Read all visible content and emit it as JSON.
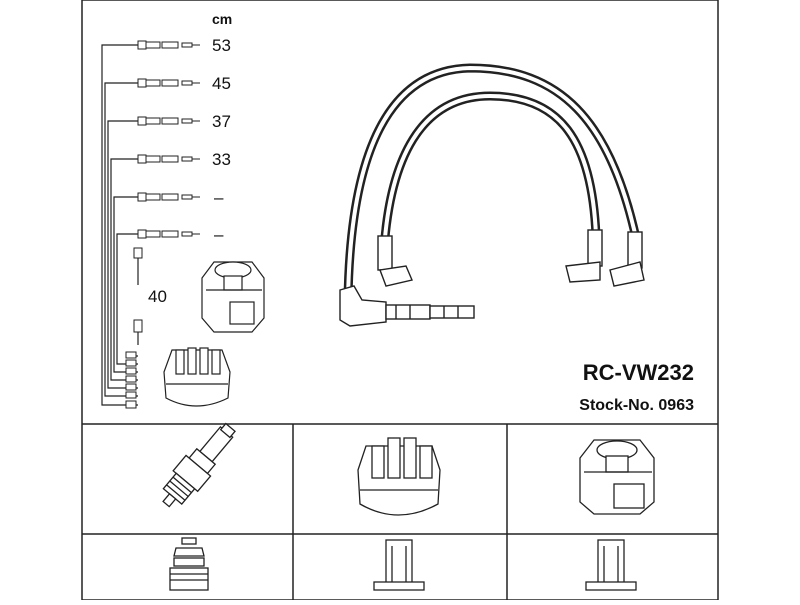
{
  "labels": {
    "unit": "cm",
    "lengths": [
      "53",
      "45",
      "37",
      "33",
      "–",
      "–"
    ],
    "coil_lead": "40"
  },
  "product": {
    "part_number": "RC-VW232",
    "stock_number": "Stock-No. 0963"
  },
  "icons": [
    "ignition-cable-set",
    "spark-plug-connector",
    "distributor-cap",
    "ignition-coil",
    "spark-plug",
    "terminal-connector"
  ]
}
